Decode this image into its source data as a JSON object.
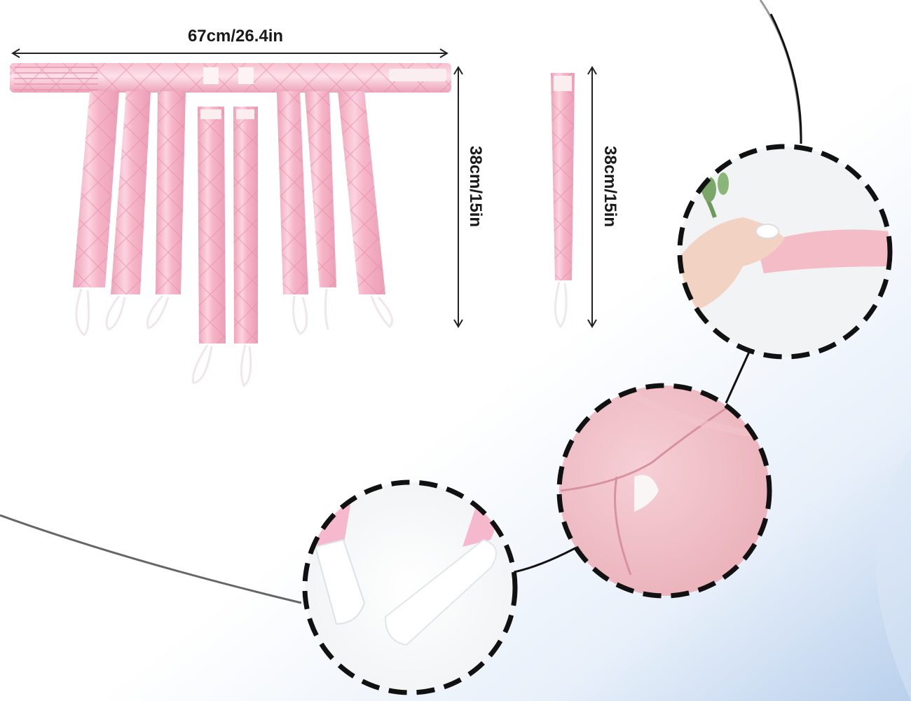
{
  "dimensions": {
    "width_label": "67cm/26.4in",
    "height_label_set": "38cm/15in",
    "height_label_single": "38cm/15in"
  },
  "colors": {
    "satin_pink": "#f7b8cb",
    "satin_light": "#fde3ec",
    "satin_dark": "#e98fab",
    "cord": "#f3eef0",
    "dashed_circle": "#111111",
    "background_blue": "#c9dbf0"
  },
  "detail_circles": [
    "hand-wrapping-rod",
    "satin-seam-closeup",
    "velcro-strap-ends"
  ]
}
